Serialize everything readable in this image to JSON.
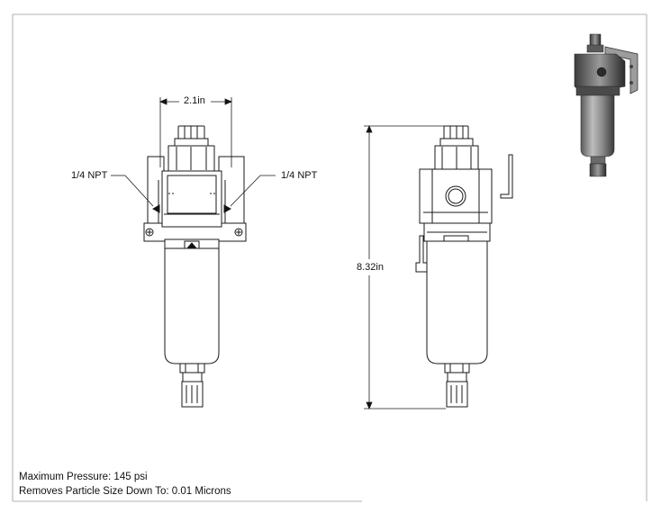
{
  "dimensions": {
    "width_label": "2.1in",
    "height_label": "8.32in"
  },
  "callouts": {
    "port_left": "1/4 NPT",
    "port_right": "1/4 NPT"
  },
  "specs": {
    "max_pressure": "Maximum Pressure: 145 psi",
    "particle_size": "Removes Particle Size Down To: 0.01 Microns"
  }
}
